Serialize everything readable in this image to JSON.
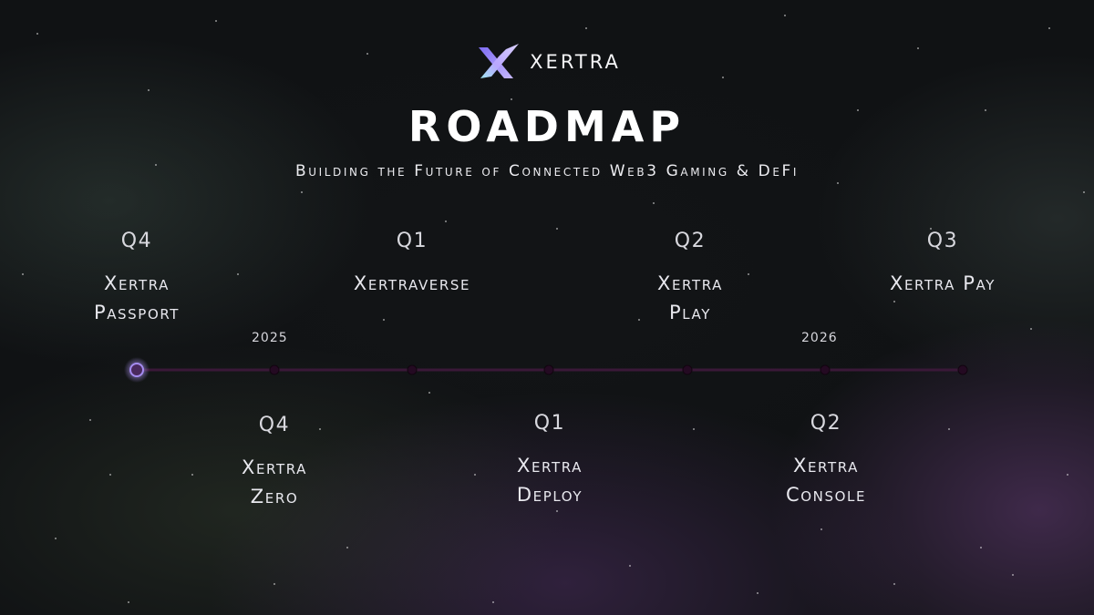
{
  "brand": {
    "name": "XERTRA",
    "logo_icon": "x-logo-icon",
    "logo_colors": [
      "#7e6cf2",
      "#c7b8ff",
      "#9fe6f0"
    ]
  },
  "title": "ROADMAP",
  "subtitle": "Building the Future of Connected Web3 Gaming & DeFi",
  "timeline": {
    "line_color": "#3a1838",
    "active_color": "#a58cf0",
    "years": [
      "2025",
      "2026"
    ],
    "items_top": [
      {
        "quarter": "Q4",
        "name_lines": [
          "Xertra",
          "Passport"
        ]
      },
      {
        "quarter": "Q1",
        "name_lines": [
          "Xertraverse"
        ]
      },
      {
        "quarter": "Q2",
        "name_lines": [
          "Xertra",
          "Play"
        ]
      },
      {
        "quarter": "Q3",
        "name_lines": [
          "Xertra Pay"
        ]
      }
    ],
    "items_bottom": [
      {
        "quarter": "Q4",
        "name_lines": [
          "Xertra",
          "Zero"
        ]
      },
      {
        "quarter": "Q1",
        "name_lines": [
          "Xertra",
          "Deploy"
        ]
      },
      {
        "quarter": "Q2",
        "name_lines": [
          "Xertra",
          "Console"
        ]
      }
    ],
    "active_index": 0
  }
}
